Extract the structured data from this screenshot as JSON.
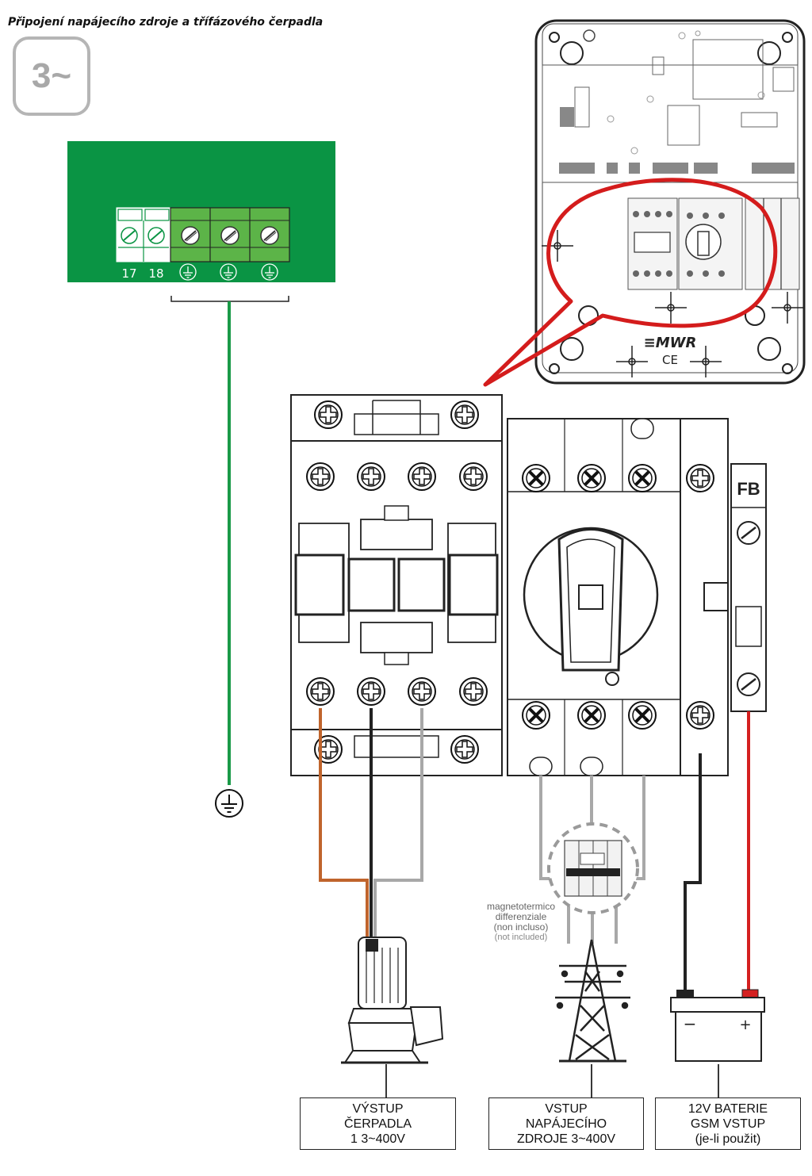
{
  "title": "Připojení napájecího zdroje a třífázového čerpadla",
  "phase_badge": "3~",
  "terminal_block": {
    "labels": [
      "17",
      "18"
    ]
  },
  "device_labels": {
    "fb": "FB",
    "brand": "≡MWR",
    "ce": "CE",
    "battery_minus": "−",
    "battery_plus": "+"
  },
  "breaker_note": {
    "lines": [
      "magnetotermico",
      "differenziale",
      "(non incluso)"
    ],
    "subtext": "(not included)"
  },
  "outputs": [
    {
      "lines": [
        "VÝSTUP",
        "ČERPADLA",
        "1 3~400V"
      ]
    },
    {
      "lines": [
        "VSTUP",
        "NAPÁJECÍHO",
        "ZDROJE 3~400V"
      ]
    },
    {
      "lines": [
        "12V BATERIE",
        "GSM VSTUP",
        "(je-li použit)"
      ]
    }
  ],
  "colors": {
    "pcb_green": "#0a9444",
    "terminal_green": "#5cb448",
    "earth_wire": "#1a9a48",
    "phase_brown": "#c0642c",
    "phase_black": "#222222",
    "phase_grey": "#a8a8a8",
    "battery_red": "#d42020",
    "callout_red": "#d41c1c"
  }
}
